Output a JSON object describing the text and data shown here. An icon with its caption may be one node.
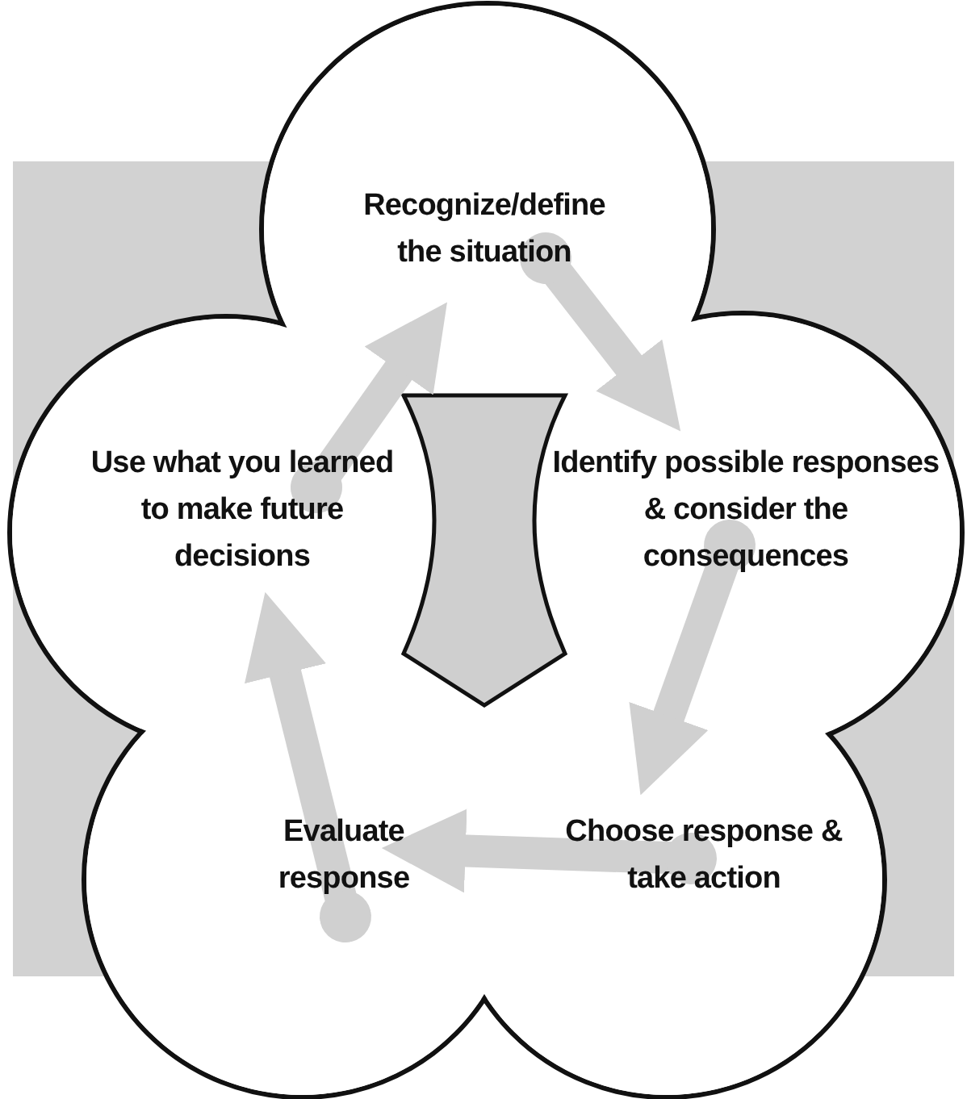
{
  "diagram": {
    "nodes": [
      {
        "text": [
          "Recognize/define the situation"
        ]
      },
      {
        "text": [
          "Identify possible responses & consider the consequences"
        ]
      },
      {
        "text": [
          "Choose response & take action"
        ]
      },
      {
        "text": [
          "Evaluate response"
        ]
      },
      {
        "text": [
          "Use what you learned to make future decisions"
        ]
      }
    ],
    "edges": [
      {
        "from": 0,
        "to": 1,
        "arrow": "to"
      },
      {
        "from": 1,
        "to": 2,
        "arrow": "to"
      },
      {
        "from": 2,
        "to": 3,
        "arrow": "to"
      },
      {
        "from": 3,
        "to": 4,
        "arrow": "to"
      },
      {
        "from": 4,
        "to": 0,
        "arrow": "to"
      }
    ]
  }
}
